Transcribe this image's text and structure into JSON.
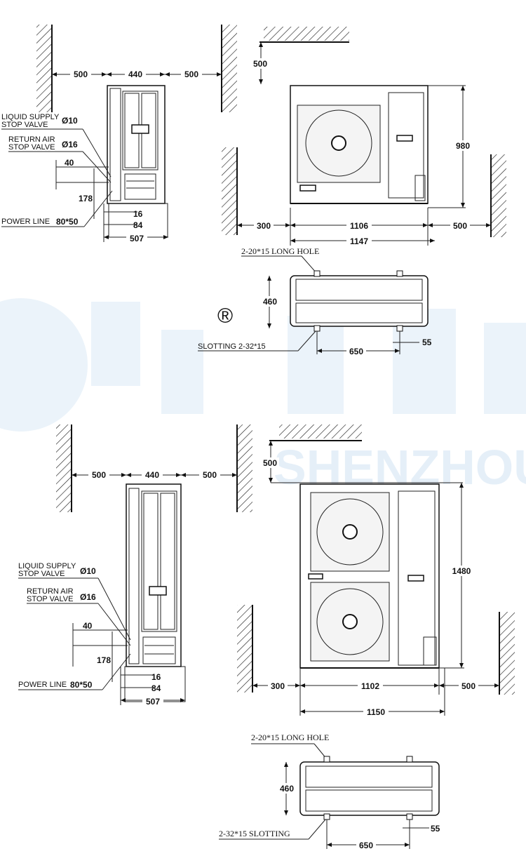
{
  "watermark": {
    "brand": "SHENZHOU",
    "registered": "®"
  },
  "unit_small": {
    "side_view": {
      "left_clearance": "500",
      "depth": "440",
      "right_clearance": "500",
      "liquid_valve": "LIQUID SUPPLY",
      "liquid_valve_line2": "STOP VALVE",
      "liquid_dia": "Ø10",
      "return_valve": "RETURN AIR",
      "return_valve_line2": "STOP VALVE",
      "return_dia": "Ø16",
      "dim_40": "40",
      "dim_178": "178",
      "power_line": "POWER LINE",
      "power_size": "80*50",
      "dim_16": "16",
      "dim_84": "84",
      "dim_507": "507"
    },
    "front_view": {
      "top_clearance": "500",
      "height": "980",
      "left_clearance": "300",
      "width": "1106",
      "right_clearance": "500",
      "overall_width": "1147"
    },
    "bottom_view": {
      "long_hole": "2-20*15 LONG HOLE",
      "depth": "460",
      "slotting": "SLOTTING 2-32*15",
      "span": "650",
      "offset": "55"
    }
  },
  "unit_large": {
    "side_view": {
      "left_clearance": "500",
      "depth": "440",
      "right_clearance": "500",
      "liquid_valve": "LIQUID SUPPLY",
      "liquid_valve_line2": "STOP VALVE",
      "liquid_dia": "Ø10",
      "return_valve": "RETURN AIR",
      "return_valve_line2": "STOP VALVE",
      "return_dia": "Ø16",
      "dim_40": "40",
      "dim_178": "178",
      "power_line": "POWER LINE",
      "power_size": "80*50",
      "dim_16": "16",
      "dim_84": "84",
      "dim_507": "507"
    },
    "front_view": {
      "top_clearance": "500",
      "height": "1480",
      "left_clearance": "300",
      "width": "1102",
      "right_clearance": "500",
      "overall_width": "1150"
    },
    "bottom_view": {
      "long_hole": "2-20*15 LONG HOLE",
      "depth": "460",
      "slotting": "2-32*15 SLOTTING",
      "span": "650",
      "offset": "55"
    }
  }
}
